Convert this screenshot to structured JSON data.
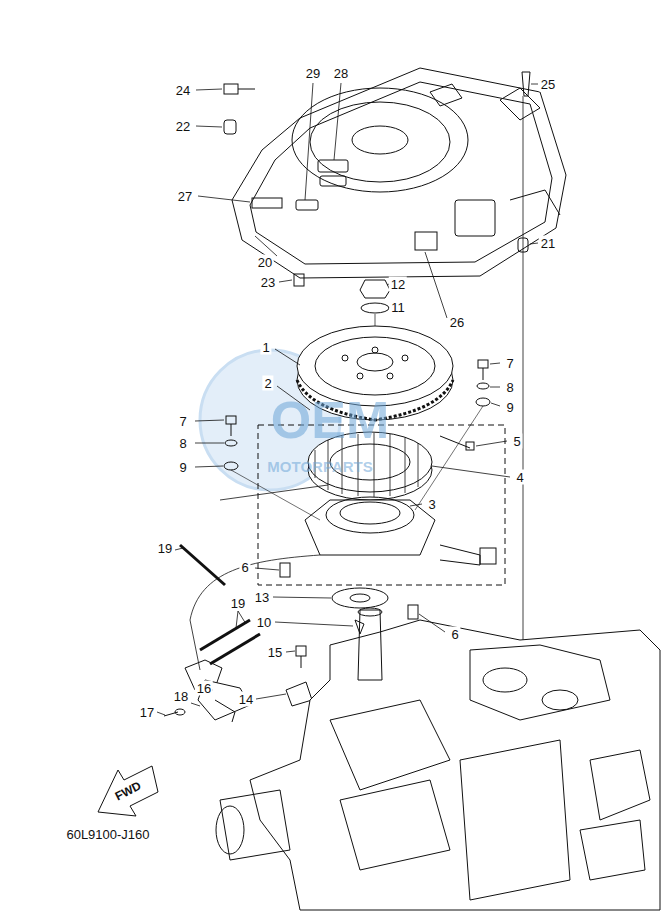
{
  "diagram": {
    "labels": [
      "24",
      "22",
      "29",
      "28",
      "25",
      "27",
      "20",
      "21",
      "23",
      "12",
      "26",
      "11",
      "1",
      "7",
      "8",
      "9",
      "2",
      "7",
      "5",
      "8",
      "4",
      "9",
      "3",
      "19",
      "6",
      "13",
      "10",
      "19",
      "6",
      "15",
      "16",
      "14",
      "18",
      "17",
      "FWD",
      "60L9100-J160",
      "OEM",
      "MOTORPARTS"
    ]
  }
}
